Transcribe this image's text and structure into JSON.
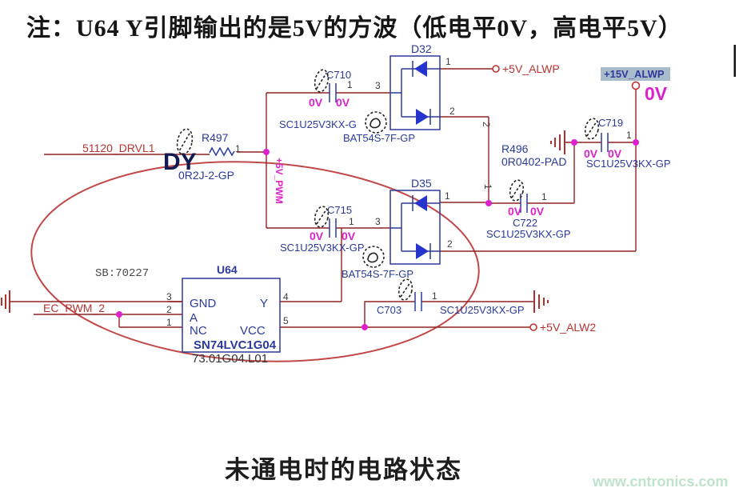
{
  "title": "注：U64 Y引脚输出的是5V的方波（低电平0V，高电平5V）",
  "caption": "未通电时的电路状态",
  "watermark": "www.cntronics.com",
  "sb_note": "SB:70227",
  "dy_mark": "DY",
  "nets": {
    "drvl1": "51120_DRVL1",
    "ec_pwm2": "EC_PWM_2",
    "p5v_alwp": "+5V_ALWP",
    "p15v_alwp": "+15V_ALWP",
    "p15v_value": "0V",
    "p5v_alw2": "+5V_ALW2",
    "p5v_pwm": "+5V_PWM"
  },
  "components": {
    "r497": {
      "ref": "R497",
      "part": "0R2J-2-GP",
      "pin1": "1"
    },
    "r496": {
      "ref": "R496",
      "part": "0R0402-PAD",
      "pin1": "1",
      "pin2": "2"
    },
    "d32": {
      "ref": "D32",
      "part": "BAT54S-7F-GP",
      "pin1": "1",
      "pin2": "2",
      "pin3": "3"
    },
    "d35": {
      "ref": "D35",
      "part": "BAT54S-7F-GP",
      "pin1": "1",
      "pin2": "2",
      "pin3": "3"
    },
    "c710": {
      "ref": "C710",
      "part": "SC1U25V3KX-G",
      "pin1": "1",
      "v1": "0V",
      "v2": "0V"
    },
    "c715": {
      "ref": "C715",
      "part": "SC1U25V3KX-GP",
      "pin1": "1",
      "v1": "0V",
      "v2": "0V"
    },
    "c719": {
      "ref": "C719",
      "part": "SC1U25V3KX-GP",
      "pin1": "1",
      "v1": "0V",
      "v2": "0V"
    },
    "c722": {
      "ref": "C722",
      "part": "SC1U25V3KX-GP",
      "pin1": "1",
      "v1": "0V",
      "v2": "0V"
    },
    "c703": {
      "ref": "C703",
      "part": "SC1U25V3KX-GP",
      "pin1": "1"
    },
    "u64": {
      "ref": "U64",
      "part": "SN74LVC1G04",
      "part_code": "73.01G04.L01",
      "pin_gnd": "GND",
      "pin_a": "A",
      "pin_nc": "NC",
      "pin_y": "Y",
      "pin_vcc": "VCC",
      "n1": "1",
      "n2": "2",
      "n3": "3",
      "n4": "4",
      "n5": "5"
    }
  },
  "colors": {
    "wire": "#8f2222",
    "symbol": "#2b3a9a",
    "diode_fill": "#2633cc",
    "net_label": "#b83232",
    "magenta": "#dd22cc",
    "highlight": "#a9bccb",
    "ellipse": "#c24848"
  }
}
